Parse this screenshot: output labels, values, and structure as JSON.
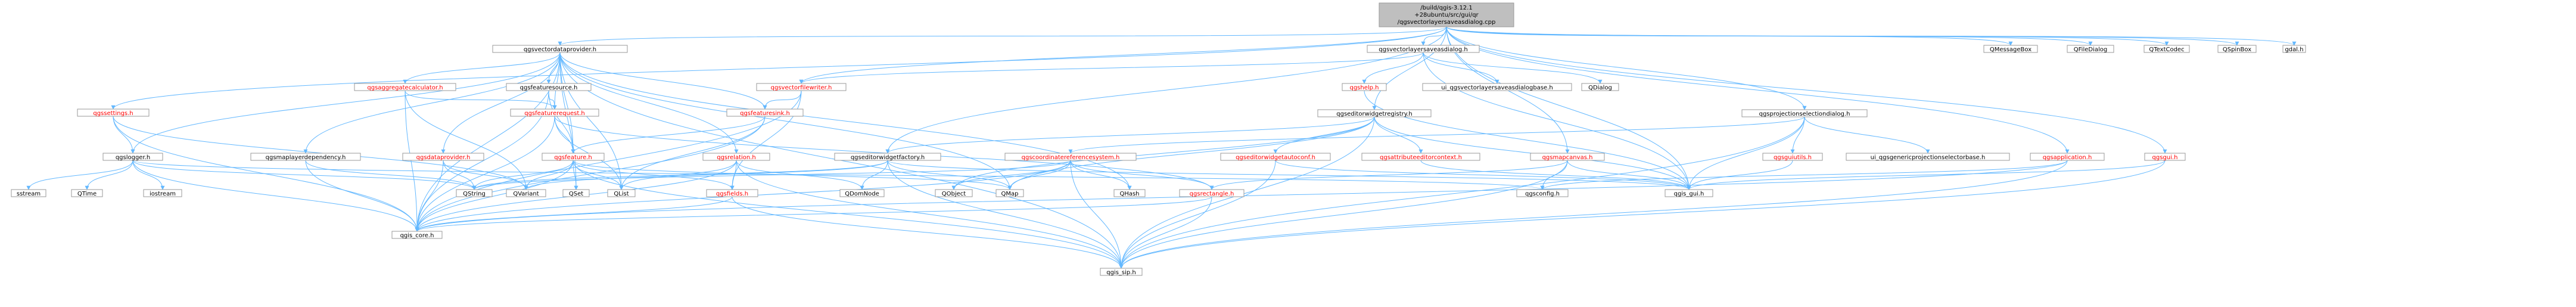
{
  "diagram": {
    "root_lines": [
      "/build/qgis-3.12.1",
      "+28ubuntu/src/gui/qr",
      "/qgsvectorlayersaveasdialog.cpp"
    ],
    "colors": {
      "root_fill": "#bfbfbf",
      "node_fill": "#ffffff",
      "red_text": "#ff0000",
      "gray_text": "#999999",
      "black_text": "#000000",
      "edge": "#63B8FF",
      "edge_dark": "#191970"
    },
    "nodes": [
      {
        "id": "root",
        "label": "",
        "style": "root"
      },
      {
        "id": "qgsvectordataprovider",
        "label": "qgsvectordataprovider.h",
        "style": "black"
      },
      {
        "id": "qgsvectorlayersaveasdialog",
        "label": "qgsvectorlayersaveasdialog.h",
        "style": "black"
      },
      {
        "id": "qgseditorwidgetregistry",
        "label": "qgseditorwidgetregistry.h",
        "style": "black"
      },
      {
        "id": "qgsprojectionselectiondialog",
        "label": "qgsprojectionselectiondialog.h",
        "style": "black"
      },
      {
        "id": "QMessageBox",
        "label": "QMessageBox",
        "style": "gray"
      },
      {
        "id": "QFileDialog",
        "label": "QFileDialog",
        "style": "gray"
      },
      {
        "id": "QTextCodec",
        "label": "QTextCodec",
        "style": "gray"
      },
      {
        "id": "QSpinBox",
        "label": "QSpinBox",
        "style": "gray"
      },
      {
        "id": "gdal",
        "label": "gdal.h",
        "style": "gray"
      },
      {
        "id": "qgssettings",
        "label": "qgssettings.h",
        "style": "red"
      },
      {
        "id": "qgsaggregatecalculator",
        "label": "qgsaggregatecalculator.h",
        "style": "red"
      },
      {
        "id": "qgsfeaturesource",
        "label": "qgsfeaturesource.h",
        "style": "black"
      },
      {
        "id": "qgsvectorfilewriter",
        "label": "qgsvectorfilewriter.h",
        "style": "red"
      },
      {
        "id": "qgsfeaturesink",
        "label": "qgsfeaturesink.h",
        "style": "red"
      },
      {
        "id": "qgshelp",
        "label": "qgshelp.h",
        "style": "red"
      },
      {
        "id": "ui_saveas",
        "label": "ui_qgsvectorlayersaveasdialogbase.h",
        "style": "gray"
      },
      {
        "id": "QDialog",
        "label": "QDialog",
        "style": "gray"
      },
      {
        "id": "qgsfeaturerequest",
        "label": "qgsfeaturerequest.h",
        "style": "red"
      },
      {
        "id": "qgslogger",
        "label": "qgslogger.h",
        "style": "black"
      },
      {
        "id": "qgsmaplayerdependency",
        "label": "qgsmaplayerdependency.h",
        "style": "black"
      },
      {
        "id": "qgsdataprovider",
        "label": "qgsdataprovider.h",
        "style": "red"
      },
      {
        "id": "qgsfeature",
        "label": "qgsfeature.h",
        "style": "red"
      },
      {
        "id": "qgsrelation",
        "label": "qgsrelation.h",
        "style": "red"
      },
      {
        "id": "qgseditorwidgetfactory",
        "label": "qgseditorwidgetfactory.h",
        "style": "black"
      },
      {
        "id": "qgscoordinatereferencesystem",
        "label": "qgscoordinatereferencesystem.h",
        "style": "red"
      },
      {
        "id": "qgseditorwidgetautoconf",
        "label": "qgseditorwidgetautoconf.h",
        "style": "red"
      },
      {
        "id": "qgsattributeeditorcontext",
        "label": "qgsattributeeditorcontext.h",
        "style": "red"
      },
      {
        "id": "qgsmapcanvas",
        "label": "qgsmapcanvas.h",
        "style": "red"
      },
      {
        "id": "qgsguiutils",
        "label": "qgsguiutils.h",
        "style": "red"
      },
      {
        "id": "ui_projsel",
        "label": "ui_qgsgenericprojectionselectorbase.h",
        "style": "gray"
      },
      {
        "id": "qgsapplication",
        "label": "qgsapplication.h",
        "style": "red"
      },
      {
        "id": "qgsgui",
        "label": "qgsgui.h",
        "style": "red"
      },
      {
        "id": "sstream",
        "label": "sstream",
        "style": "gray"
      },
      {
        "id": "QTime",
        "label": "QTime",
        "style": "gray"
      },
      {
        "id": "iostream",
        "label": "iostream",
        "style": "gray"
      },
      {
        "id": "QString",
        "label": "QString",
        "style": "gray"
      },
      {
        "id": "QVariant",
        "label": "QVariant",
        "style": "gray"
      },
      {
        "id": "QSet",
        "label": "QSet",
        "style": "gray"
      },
      {
        "id": "QList",
        "label": "QList",
        "style": "gray"
      },
      {
        "id": "qgsfields",
        "label": "qgsfields.h",
        "style": "red"
      },
      {
        "id": "QDomNode",
        "label": "QDomNode",
        "style": "gray"
      },
      {
        "id": "QObject",
        "label": "QObject",
        "style": "gray"
      },
      {
        "id": "QMap",
        "label": "QMap",
        "style": "gray"
      },
      {
        "id": "QHash",
        "label": "QHash",
        "style": "gray"
      },
      {
        "id": "qgsrectangle",
        "label": "qgsrectangle.h",
        "style": "red"
      },
      {
        "id": "qgsconfig",
        "label": "qgsconfig.h",
        "style": "gray"
      },
      {
        "id": "qgis_gui",
        "label": "qgis_gui.h",
        "style": "gray"
      },
      {
        "id": "qgis_core",
        "label": "qgis_core.h",
        "style": "gray"
      },
      {
        "id": "qgis_sip",
        "label": "qgis_sip.h",
        "style": "gray"
      }
    ],
    "edges": [
      [
        "root",
        "qgsvectordataprovider"
      ],
      [
        "root",
        "qgsvectorlayersaveasdialog"
      ],
      [
        "root",
        "qgseditorwidgetregistry"
      ],
      [
        "root",
        "qgsprojectionselectiondialog"
      ],
      [
        "root",
        "QMessageBox"
      ],
      [
        "root",
        "QFileDialog"
      ],
      [
        "root",
        "QTextCodec"
      ],
      [
        "root",
        "QSpinBox"
      ],
      [
        "root",
        "gdal"
      ],
      [
        "root",
        "qgssettings"
      ],
      [
        "root",
        "qgsvectorfilewriter"
      ],
      [
        "root",
        "qgsmapcanvas"
      ],
      [
        "root",
        "qgsapplication"
      ],
      [
        "root",
        "qgsgui"
      ],
      [
        "root",
        "qgis_gui"
      ],
      [
        "root",
        "qgseditorwidgetfactory"
      ],
      [
        "qgsvectordataprovider",
        "qgis_core"
      ],
      [
        "qgsvectordataprovider",
        "qgis_sip"
      ],
      [
        "qgsvectordataprovider",
        "qgsaggregatecalculator"
      ],
      [
        "qgsvectordataprovider",
        "qgsfeaturesource"
      ],
      [
        "qgsvectordataprovider",
        "qgsfeaturesink"
      ],
      [
        "qgsvectordataprovider",
        "qgslogger"
      ],
      [
        "qgsvectordataprovider",
        "qgsmaplayerdependency"
      ],
      [
        "qgsvectordataprovider",
        "qgsdataprovider"
      ],
      [
        "qgsvectordataprovider",
        "qgsfeature"
      ],
      [
        "qgsvectordataprovider",
        "qgsrelation"
      ],
      [
        "qgsvectordataprovider",
        "QList"
      ],
      [
        "qgsvectordataprovider",
        "QSet"
      ],
      [
        "qgsvectordataprovider",
        "QMap"
      ],
      [
        "qgsvectordataprovider",
        "QHash"
      ],
      [
        "qgsvectordataprovider",
        "qgsfeaturerequest"
      ],
      [
        "qgsvectorlayersaveasdialog",
        "qgsvectorfilewriter"
      ],
      [
        "qgsvectorlayersaveasdialog",
        "qgshelp"
      ],
      [
        "qgsvectorlayersaveasdialog",
        "ui_saveas"
      ],
      [
        "qgsvectorlayersaveasdialog",
        "QDialog"
      ],
      [
        "qgsvectorlayersaveasdialog",
        "qgis_gui"
      ],
      [
        "qgssettings",
        "qgis_core"
      ],
      [
        "qgssettings",
        "QVariant"
      ],
      [
        "qgssettings",
        "qgslogger"
      ],
      [
        "qgsaggregatecalculator",
        "qgis_core"
      ],
      [
        "qgsaggregatecalculator",
        "qgsfeaturerequest"
      ],
      [
        "qgsaggregatecalculator",
        "QVariant"
      ],
      [
        "qgsfeaturesource",
        "qgis_core"
      ],
      [
        "qgsfeaturesource",
        "qgsfeaturerequest"
      ],
      [
        "qgsfeaturesource",
        "qgsfeature"
      ],
      [
        "qgsvectorfilewriter",
        "qgis_core"
      ],
      [
        "qgsvectorfilewriter",
        "qgsfields"
      ],
      [
        "qgsvectorfilewriter",
        "qgsfeaturesink"
      ],
      [
        "qgsfeaturesink",
        "qgis_core"
      ],
      [
        "qgsfeaturesink",
        "qgsfeature"
      ],
      [
        "qgsfeaturesink",
        "QList"
      ],
      [
        "qgshelp",
        "qgis_gui"
      ],
      [
        "qgsfeaturerequest",
        "qgis_core"
      ],
      [
        "qgsfeaturerequest",
        "qgsfeature"
      ],
      [
        "qgsfeaturerequest",
        "QList"
      ],
      [
        "qgsfeaturerequest",
        "qgsrectangle"
      ],
      [
        "qgslogger",
        "qgis_core"
      ],
      [
        "qgslogger",
        "sstream"
      ],
      [
        "qgslogger",
        "QTime"
      ],
      [
        "qgslogger",
        "iostream"
      ],
      [
        "qgslogger",
        "QString"
      ],
      [
        "qgslogger",
        "qgsconfig"
      ],
      [
        "qgsmaplayerdependency",
        "qgis_core"
      ],
      [
        "qgsmaplayerdependency",
        "QString"
      ],
      [
        "qgsdataprovider",
        "qgis_core"
      ],
      [
        "qgsdataprovider",
        "QString"
      ],
      [
        "qgsdataprovider",
        "QVariant"
      ],
      [
        "qgsfeature",
        "qgis_core"
      ],
      [
        "qgsfeature",
        "qgis_sip"
      ],
      [
        "qgsfeature",
        "QString"
      ],
      [
        "qgsfeature",
        "QVariant"
      ],
      [
        "qgsfeature",
        "QSet"
      ],
      [
        "qgsfeature",
        "QList"
      ],
      [
        "qgsfeature",
        "qgsfields"
      ],
      [
        "qgsfeature",
        "QMap"
      ],
      [
        "qgsrelation",
        "qgis_core"
      ],
      [
        "qgsrelation",
        "QList"
      ],
      [
        "qgsrelation",
        "QDomNode"
      ],
      [
        "qgsrelation",
        "qgsfields"
      ],
      [
        "qgsrelation",
        "qgis_sip"
      ],
      [
        "qgseditorwidgetregistry",
        "qgseditorwidgetfactory"
      ],
      [
        "qgseditorwidgetregistry",
        "qgseditorwidgetautoconf"
      ],
      [
        "qgseditorwidgetregistry",
        "qgsattributeeditorcontext"
      ],
      [
        "qgseditorwidgetregistry",
        "QMap"
      ],
      [
        "qgseditorwidgetregistry",
        "QObject"
      ],
      [
        "qgseditorwidgetregistry",
        "qgis_gui"
      ],
      [
        "qgseditorwidgetregistry",
        "qgis_sip"
      ],
      [
        "qgseditorwidgetfactory",
        "QDomNode"
      ],
      [
        "qgseditorwidgetfactory",
        "QMap"
      ],
      [
        "qgseditorwidgetfactory",
        "QString"
      ],
      [
        "qgseditorwidgetfactory",
        "QVariant"
      ],
      [
        "qgseditorwidgetfactory",
        "qgis_gui"
      ],
      [
        "qgseditorwidgetfactory",
        "qgis_sip"
      ],
      [
        "qgscoordinatereferencesystem",
        "qgis_core"
      ],
      [
        "qgscoordinatereferencesystem",
        "QString"
      ],
      [
        "qgscoordinatereferencesystem",
        "QMap"
      ],
      [
        "qgscoordinatereferencesystem",
        "QHash"
      ],
      [
        "qgscoordinatereferencesystem",
        "QObject"
      ],
      [
        "qgscoordinatereferencesystem",
        "qgis_sip"
      ],
      [
        "qgscoordinatereferencesystem",
        "qgsrectangle"
      ],
      [
        "qgseditorwidgetautoconf",
        "qgis_gui"
      ],
      [
        "qgseditorwidgetautoconf",
        "qgis_sip"
      ],
      [
        "qgsattributeeditorcontext",
        "qgis_gui"
      ],
      [
        "qgsmapcanvas",
        "qgsconfig"
      ],
      [
        "qgsmapcanvas",
        "qgis_gui"
      ],
      [
        "qgsmapcanvas",
        "qgis_sip"
      ],
      [
        "qgsmapcanvas",
        "qgsrectangle"
      ],
      [
        "qgsprojectionselectiondialog",
        "qgsguiutils"
      ],
      [
        "qgsprojectionselectiondialog",
        "ui_projsel"
      ],
      [
        "qgsprojectionselectiondialog",
        "qgis_gui"
      ],
      [
        "qgsprojectionselectiondialog",
        "qgis_sip"
      ],
      [
        "qgsprojectionselectiondialog",
        "qgscoordinatereferencesystem"
      ],
      [
        "qgsguiutils",
        "qgis_gui"
      ],
      [
        "qgsapplication",
        "qgis_core"
      ],
      [
        "qgsapplication",
        "qgis_sip"
      ],
      [
        "qgsapplication",
        "qgsconfig"
      ],
      [
        "qgsgui",
        "qgis_gui"
      ],
      [
        "qgsgui",
        "qgis_sip"
      ],
      [
        "qgsfields",
        "qgis_core"
      ],
      [
        "qgsfields",
        "qgis_sip"
      ],
      [
        "qgsrectangle",
        "qgis_core"
      ],
      [
        "qgsrectangle",
        "qgis_sip"
      ]
    ]
  }
}
